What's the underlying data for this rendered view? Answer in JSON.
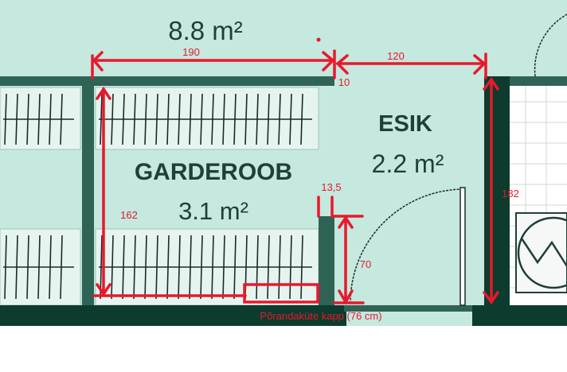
{
  "rooms": {
    "upper_area": "8.8 m²",
    "wardrobe_name": "GARDEROOB",
    "wardrobe_area": "3.1 m²",
    "hall_name": "ESIK",
    "hall_area": "2.2 m²"
  },
  "dimensions": {
    "top_wardrobe_width": "190",
    "top_hall_width": "120",
    "wall_thickness": "10",
    "wardrobe_depth": "162",
    "pillar_width": "13,5",
    "pillar_height": "70",
    "hall_depth": "182"
  },
  "annotations": {
    "floor_heating_cabinet": "Põrandaküte kapp (76 cm)"
  },
  "colors": {
    "floor": "#c5e8df",
    "wall": "#2f6356",
    "wall_dark": "#0d3b2e",
    "annotation": "#e8192c"
  }
}
